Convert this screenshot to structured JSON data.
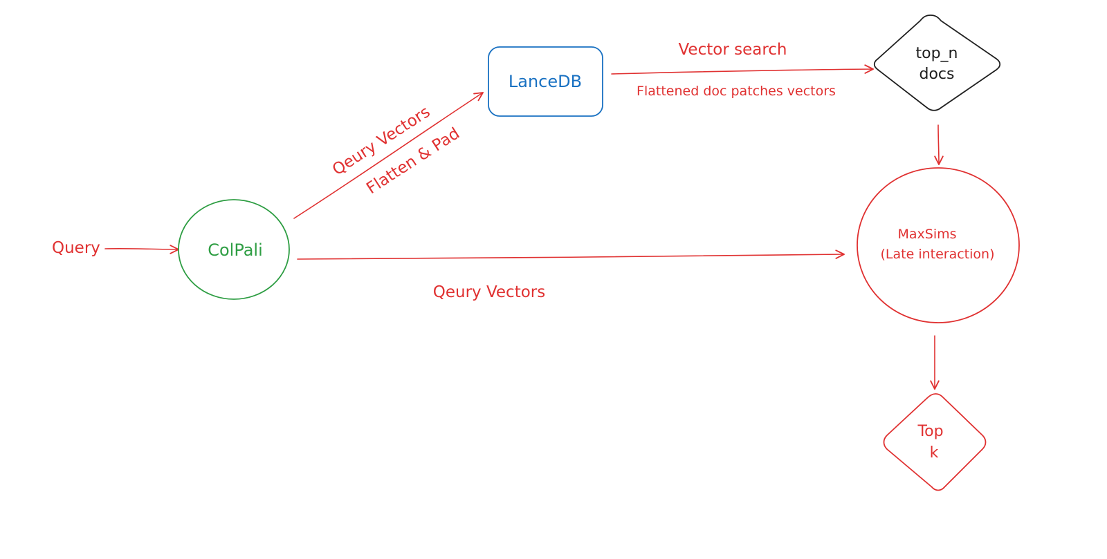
{
  "colors": {
    "red": "#e03131",
    "green": "#2f9e44",
    "blue": "#1971c2",
    "black": "#1e1e1e"
  },
  "nodes": {
    "query": {
      "label": "Query"
    },
    "colpali": {
      "label": "ColPali"
    },
    "lancedb": {
      "label": "LanceDB"
    },
    "top_n": {
      "line1": "top_n",
      "line2": "docs"
    },
    "maxsims": {
      "line1": "MaxSims",
      "line2": "(Late interaction)"
    },
    "top_k": {
      "line1": "Top",
      "line2": "k"
    }
  },
  "edges": {
    "colpali_to_lancedb": {
      "label1": "Qeury Vectors",
      "label2": "Flatten & Pad"
    },
    "lancedb_to_topn": {
      "label1": "Vector search",
      "label2": "Flattened doc patches vectors"
    },
    "colpali_to_maxsims": {
      "label": "Qeury Vectors"
    }
  }
}
